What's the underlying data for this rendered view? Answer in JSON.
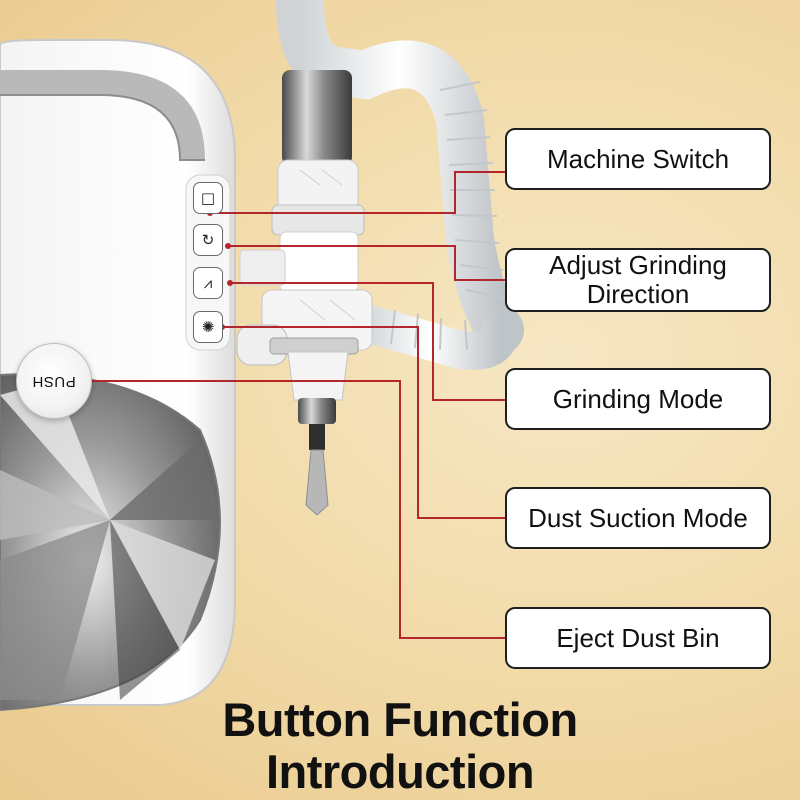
{
  "callouts": [
    {
      "label": "Machine Switch",
      "button_icon": "□"
    },
    {
      "label": "Adjust Grinding Direction",
      "button_icon": "↻"
    },
    {
      "label": "Grinding Mode",
      "button_icon": "⩘"
    },
    {
      "label": "Dust Suction Mode",
      "button_icon": "✺"
    },
    {
      "label": "Eject Dust Bin"
    }
  ],
  "push_button_text": "PUSH",
  "title": {
    "line1": "Button Function",
    "line2": "Introduction"
  },
  "colors": {
    "leader_line": "#b3262b",
    "box_border": "#1f1f1f",
    "background": "#f1d9a6"
  }
}
